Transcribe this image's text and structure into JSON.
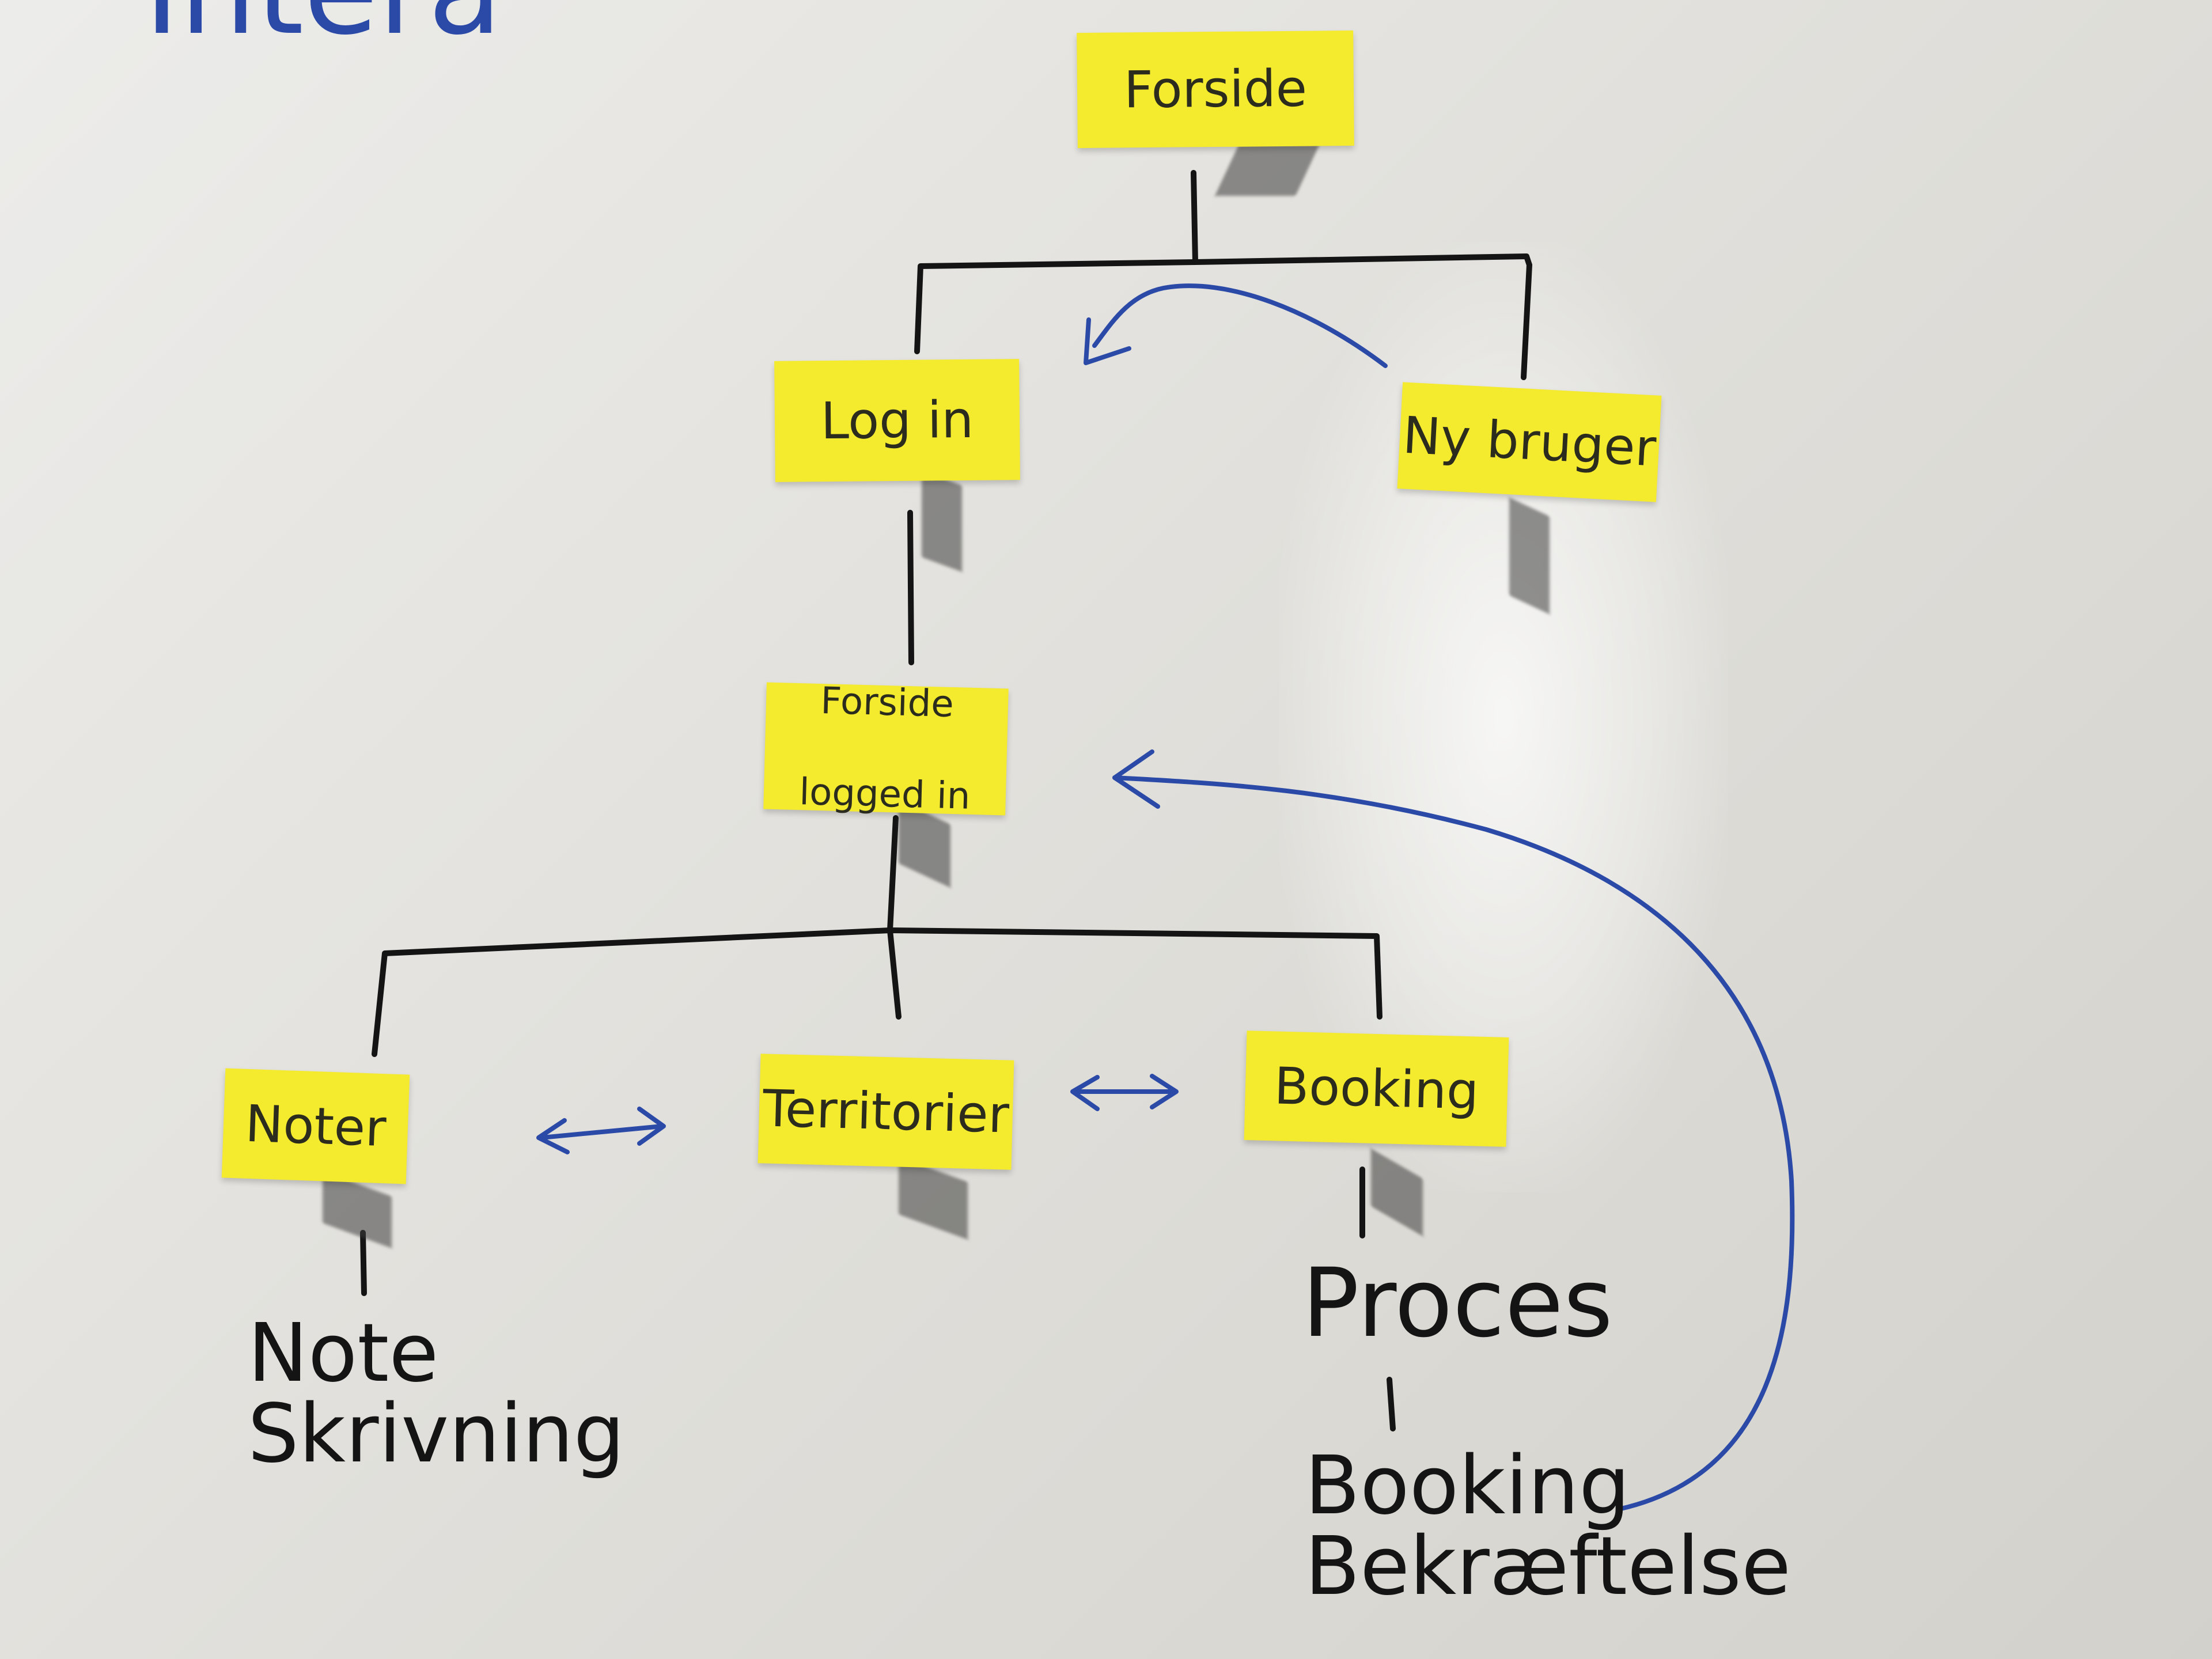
{
  "nodes": {
    "forside": "Forside",
    "login": "Log in",
    "ny_bruger": "Ny bruger",
    "forside_logged_in_line1": "Forside",
    "forside_logged_in_line2": "logged in",
    "noter": "Noter",
    "territorier": "Territorier",
    "booking": "Booking"
  },
  "handwritten": {
    "title_partial": "Intera",
    "note_skrivning": "Note\nSkrivning",
    "proces": "Proces",
    "booking_bekraeftelse": "Booking\nBekræftelse"
  },
  "colors": {
    "sticky": "#f4ea2e",
    "marker_black": "#141414",
    "marker_blue": "#2b4aa8"
  }
}
